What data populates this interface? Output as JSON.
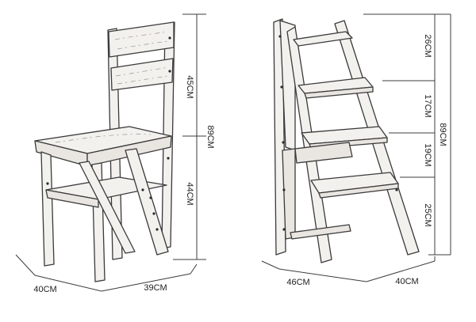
{
  "dimensions": {
    "chair": {
      "back_height": "45CM",
      "total_height": "89CM",
      "seat_height": "44CM",
      "width": "40CM",
      "depth": "39CM"
    },
    "ladder": {
      "step_top": "26CM",
      "step_2": "17CM",
      "step_3": "19CM",
      "step_bottom": "25CM",
      "total_height": "89CM",
      "depth": "46CM",
      "width": "40CM"
    }
  }
}
